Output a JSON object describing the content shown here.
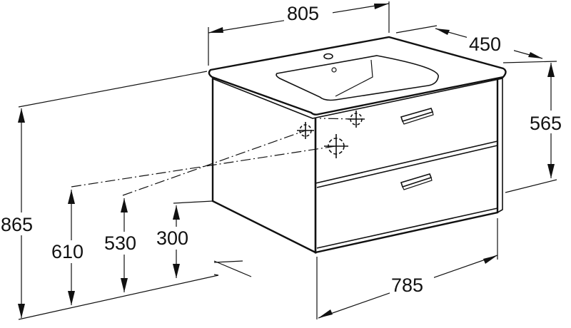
{
  "diagram": {
    "dimensions": {
      "width_top": "805",
      "depth": "450",
      "height_unit": "565",
      "height_total": "865",
      "pipe_610": "610",
      "pipe_530": "530",
      "pipe_300": "300",
      "width_bottom": "785"
    }
  }
}
